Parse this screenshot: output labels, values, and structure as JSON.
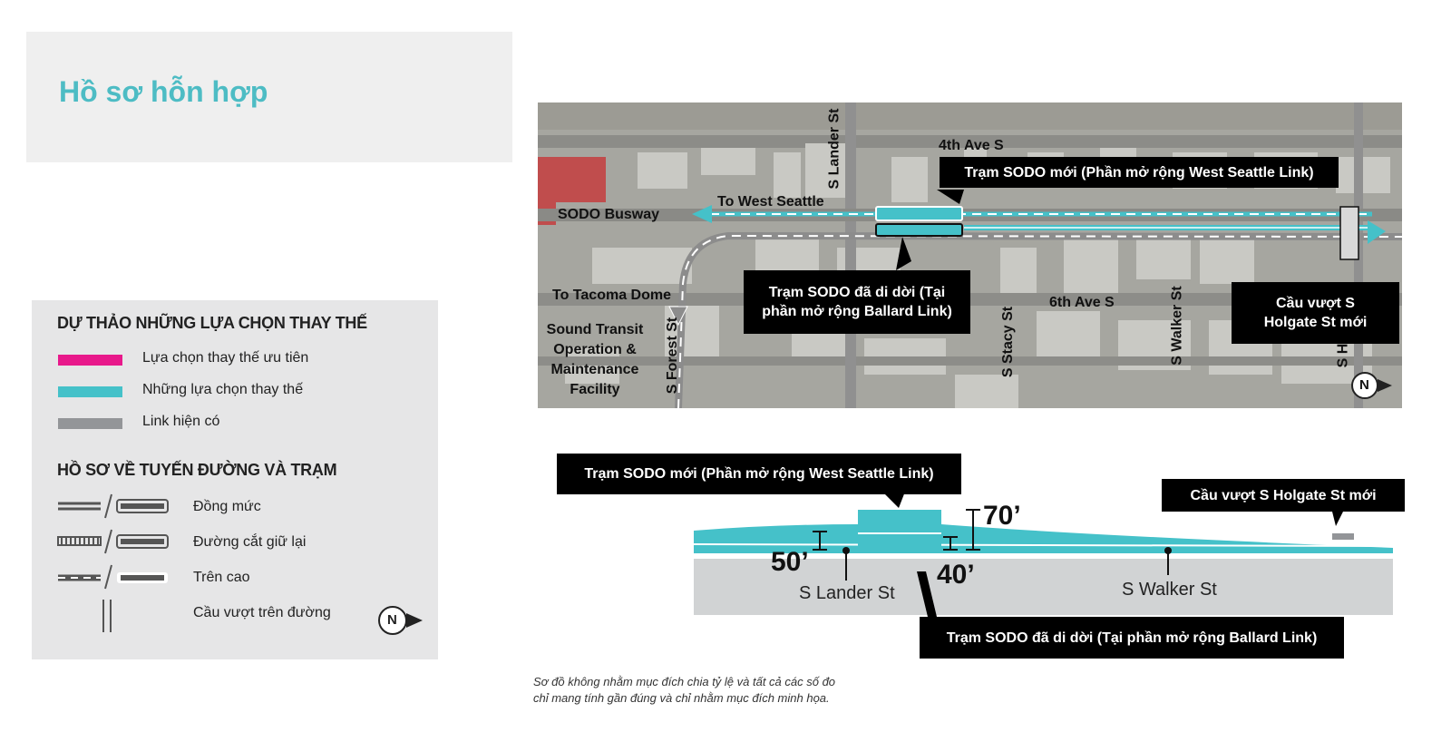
{
  "title": "Hồ sơ hỗn hợp",
  "legend": {
    "section1_title": "DỰ THẢO NHỮNG LỰA CHỌN THAY THẾ",
    "items": [
      {
        "label": "Lựa chọn thay thế ưu tiên",
        "color": "#e8198b"
      },
      {
        "label": "Những lựa chọn thay thế",
        "color": "#45c1c9"
      },
      {
        "label": "Link hiện có",
        "color": "#939598"
      }
    ],
    "section2_title": "HỒ SƠ VỀ TUYẾN ĐƯỜNG VÀ TRẠM",
    "profile_items": [
      {
        "label": "Đồng mức"
      },
      {
        "label": "Đường cắt giữ lại"
      },
      {
        "label": "Trên cao"
      },
      {
        "label": "Cầu vượt trên đường"
      }
    ],
    "north": "N"
  },
  "map": {
    "streets": {
      "fourth_ave": "4th Ave S",
      "sixth_ave": "6th Ave S",
      "lander": "S Lander St",
      "forest": "S Forest St",
      "stacy": "S Stacy St",
      "walker": "S Walker St",
      "holgate_partial": "S H",
      "busway": "SODO Busway"
    },
    "to_west_seattle": "To West Seattle",
    "to_tacoma_dome": "To Tacoma Dome",
    "facility": [
      "Sound Transit",
      "Operation &",
      "Maintenance",
      "Facility"
    ],
    "callout_new_station": "Trạm SODO mới (Phần mở rộng West Seattle Link)",
    "callout_relocated": [
      "Trạm SODO đã di dời (Tại",
      "phần mở rộng Ballard Link)"
    ],
    "callout_holgate": [
      "Cầu vượt S",
      "Holgate St mới"
    ],
    "north": "N"
  },
  "profile": {
    "callout_new_station": "Trạm SODO mới (Phần mở rộng West Seattle Link)",
    "callout_holgate": "Cầu vượt S Holgate St mới",
    "callout_relocated": "Trạm SODO đã di dời (Tại phần mở rộng Ballard Link)",
    "dim_70": "70’",
    "dim_50": "50’",
    "dim_40": "40’",
    "lander": "S Lander St",
    "walker": "S Walker St"
  },
  "note": [
    "Sơ đồ không nhằm mục đích chia tỷ lệ và tất cả các số đo",
    "chỉ mang tính gần đúng và chỉ nhằm mục đích minh họa."
  ]
}
